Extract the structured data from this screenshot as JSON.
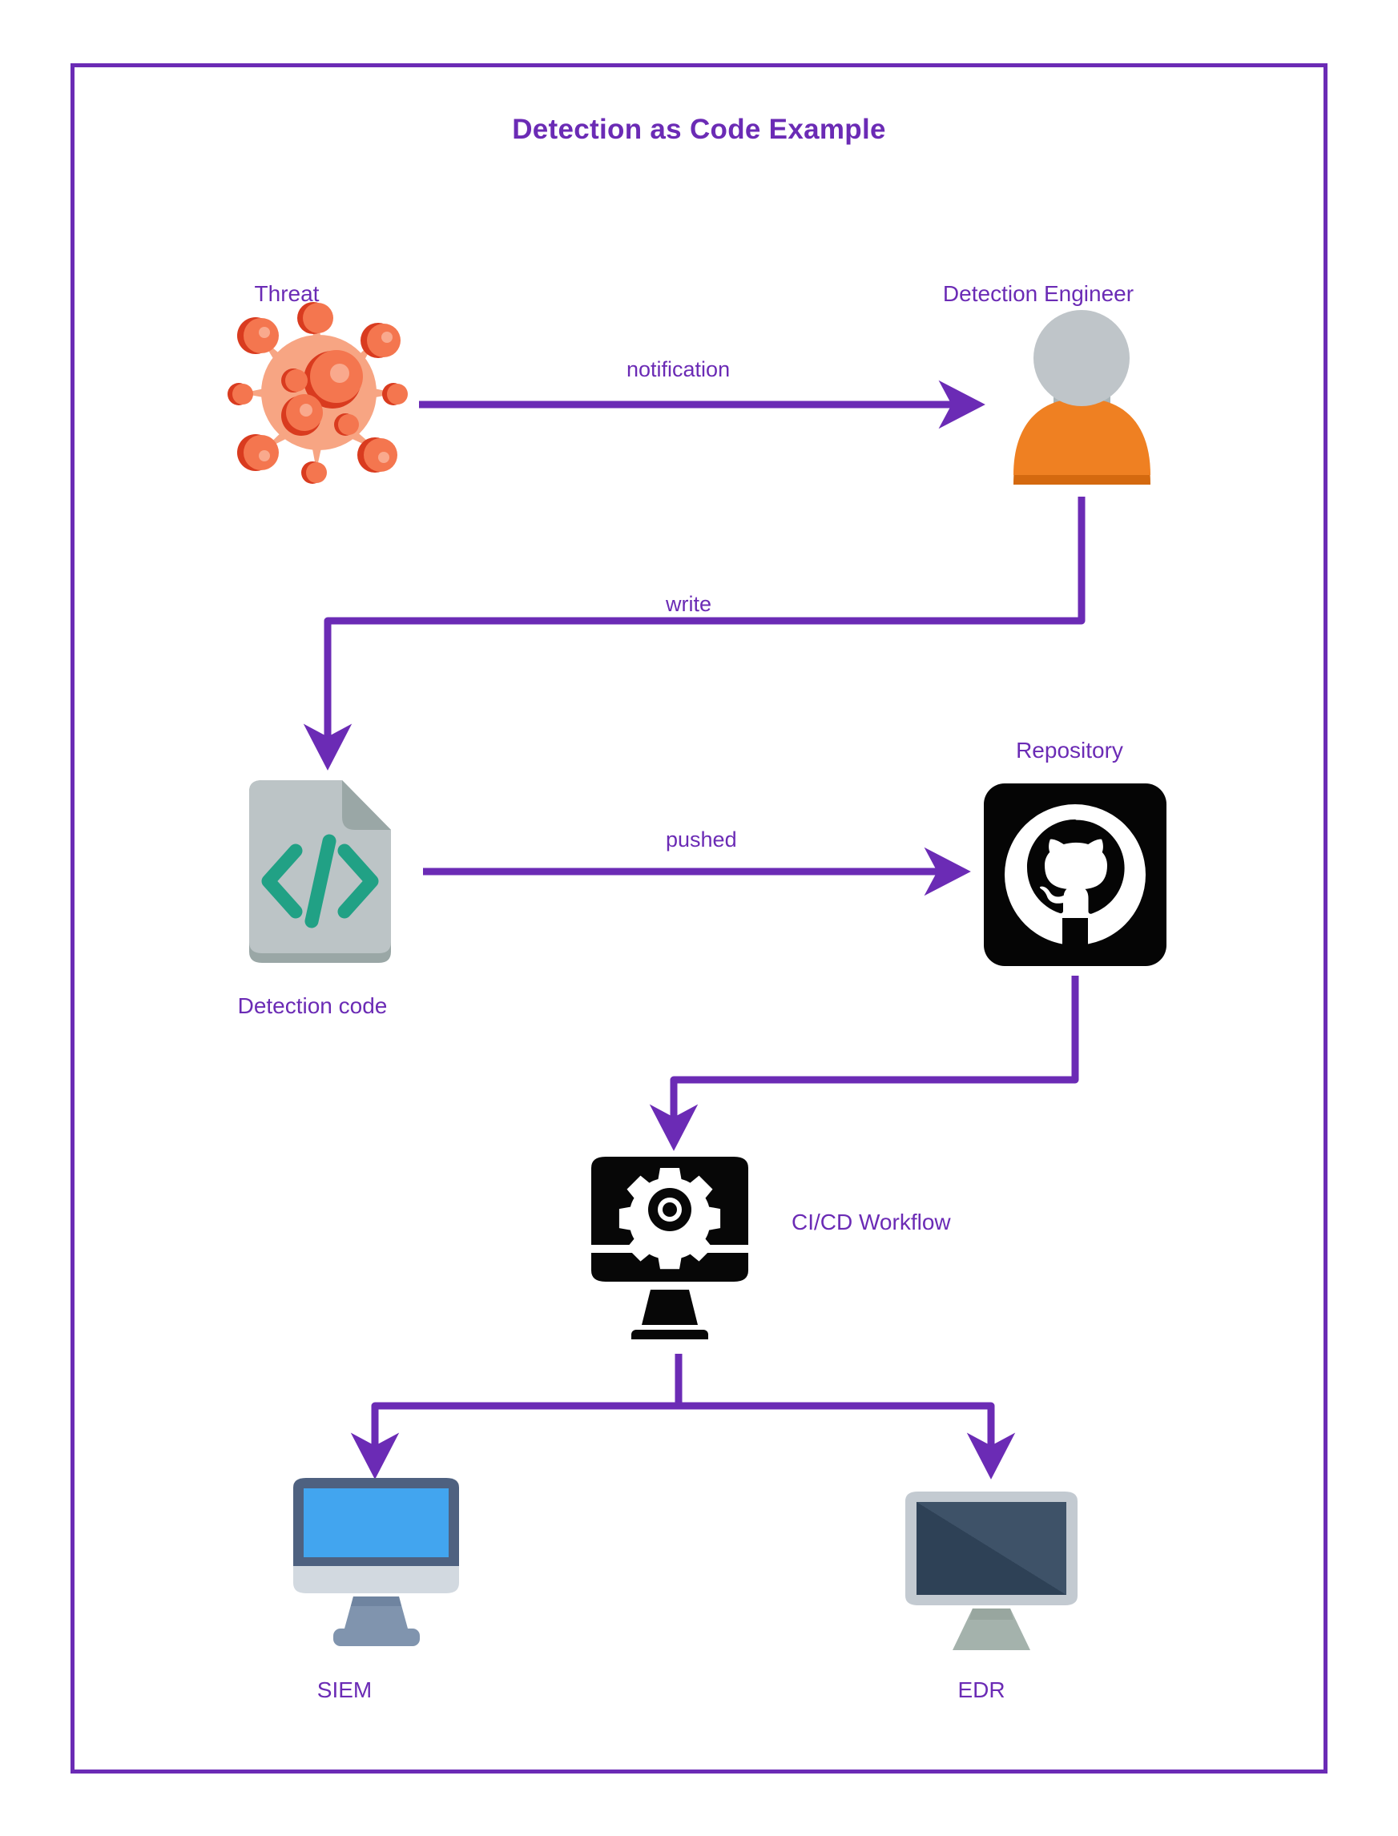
{
  "page": {
    "title": "Detection as Code Example",
    "accent_color": "#6b2bb5",
    "background": "#ffffff",
    "border_color": "#6b2bb5"
  },
  "nodes": [
    {
      "id": "threat",
      "label": "Threat",
      "icon": "virus-icon",
      "label_position": "above"
    },
    {
      "id": "engineer",
      "label": "Detection Engineer",
      "icon": "person-icon",
      "label_position": "above"
    },
    {
      "id": "code",
      "label": "Detection code",
      "icon": "code-file-icon",
      "label_position": "below"
    },
    {
      "id": "repo",
      "label": "Repository",
      "icon": "github-icon",
      "label_position": "above"
    },
    {
      "id": "cicd",
      "label": "CI/CD Workflow",
      "icon": "gear-monitor-icon",
      "label_position": "right"
    },
    {
      "id": "siem",
      "label": "SIEM",
      "icon": "blue-monitor-icon",
      "label_position": "below"
    },
    {
      "id": "edr",
      "label": "EDR",
      "icon": "dark-monitor-icon",
      "label_position": "below"
    }
  ],
  "edges": [
    {
      "id": "threat-to-engineer",
      "label": "notification",
      "from": "threat",
      "to": "engineer"
    },
    {
      "id": "engineer-to-code",
      "label": "write",
      "from": "engineer",
      "to": "code"
    },
    {
      "id": "code-to-repo",
      "label": "pushed",
      "from": "code",
      "to": "repo"
    },
    {
      "id": "repo-to-cicd",
      "label": "",
      "from": "repo",
      "to": "cicd"
    },
    {
      "id": "cicd-to-siem",
      "label": "",
      "from": "cicd",
      "to": "siem"
    },
    {
      "id": "cicd-to-edr",
      "label": "",
      "from": "cicd",
      "to": "edr"
    }
  ],
  "colors": {
    "virus_body": "#f7a583",
    "virus_spike_light": "#f4764f",
    "virus_spike_dark": "#d93b1f",
    "person_head": "#bfc5c9",
    "person_body": "#ef8022",
    "person_body_dark": "#d4690f",
    "code_file": "#bcc4c6",
    "code_file_dark": "#9aa7a6",
    "code_glyph": "#21a185",
    "github_black": "#050505",
    "monitor_black": "#070707",
    "siem_bezel": "#4e6180",
    "siem_screen": "#42a5ef",
    "siem_chin": "#d2d9e0",
    "siem_stand": "#8094ae",
    "edr_bezel": "#c3cad1",
    "edr_screen": "#374a61",
    "edr_stand": "#a4b2ac"
  }
}
